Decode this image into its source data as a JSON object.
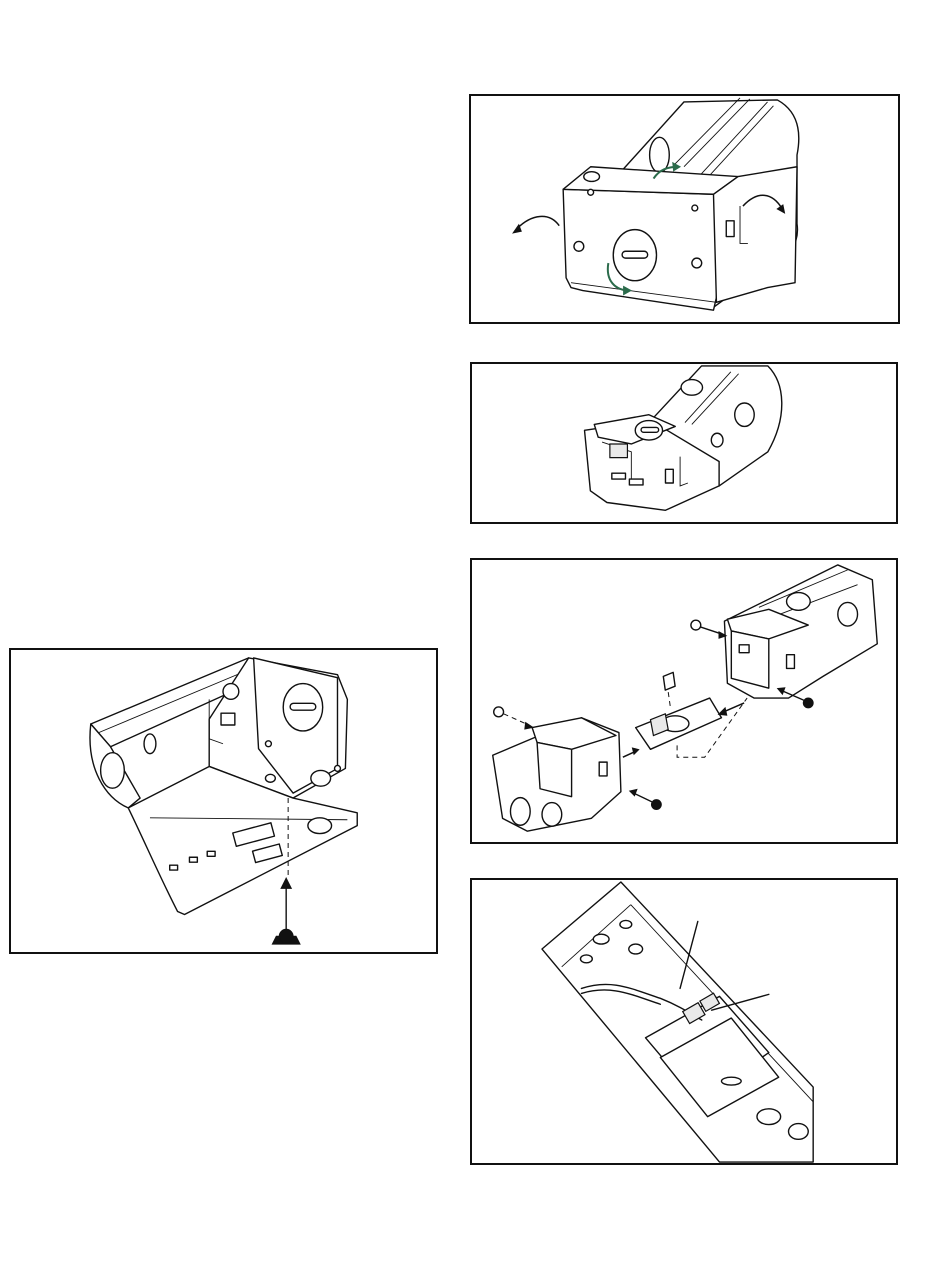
{
  "page": {
    "description_text": ""
  },
  "figures": [
    {
      "id": "fig-remove-bracket"
    },
    {
      "id": "fig-assembled-joint"
    },
    {
      "id": "fig-exploded-joiner"
    },
    {
      "id": "fig-wiring-channel"
    },
    {
      "id": "fig-underside-screw"
    }
  ],
  "colors": {
    "line": "#111111",
    "accent_arrow": "#2b6b4b",
    "background": "#ffffff"
  }
}
